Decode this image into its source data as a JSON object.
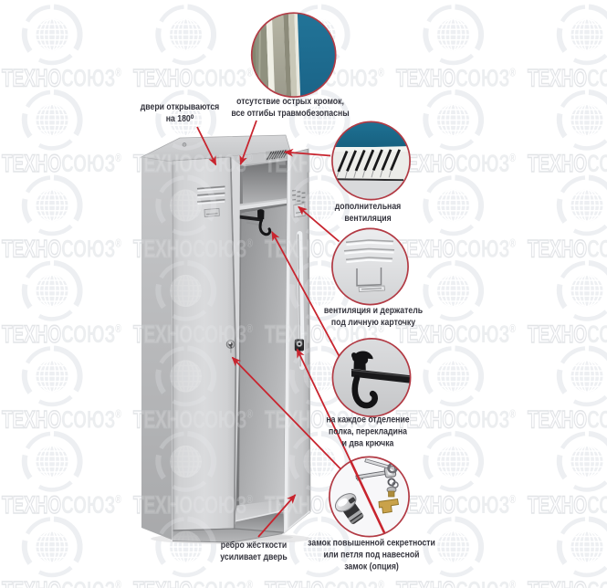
{
  "watermark": {
    "brand_head": "ТЕХНО",
    "brand_tail": "СОЮЗ",
    "reg_mark": "®"
  },
  "annotations": {
    "doors_open_180": {
      "lines": [
        "двери открываются",
        "на 180⁰"
      ]
    },
    "safe_edges": {
      "lines": [
        "отсутствие острых кромок,",
        "все отгибы травмобезопасны"
      ]
    },
    "extra_ventilation": {
      "lines": [
        "дополнительная",
        "вентиляция"
      ]
    },
    "vent_card_holder": {
      "lines": [
        "вентиляция и держатель",
        "под личную карточку"
      ]
    },
    "compartment_equipment": {
      "lines": [
        "на каждое отделение",
        "полка, перекладина",
        "и два крючка"
      ]
    },
    "lock_option": {
      "lines": [
        "замок повышенной секретности",
        "или петля под навесной",
        "замок (опция)"
      ]
    },
    "stiffening_rib": {
      "lines": [
        "ребро жёсткости",
        "усиливает дверь"
      ]
    }
  },
  "colors": {
    "accent_red": "#c8242e",
    "callout_ring_red": "#b93842",
    "teal_detail": "#1f7294",
    "label_text": "#35353e",
    "watermark_grey": "#e2e3e6",
    "locker_grey": "#d3d4d6"
  }
}
